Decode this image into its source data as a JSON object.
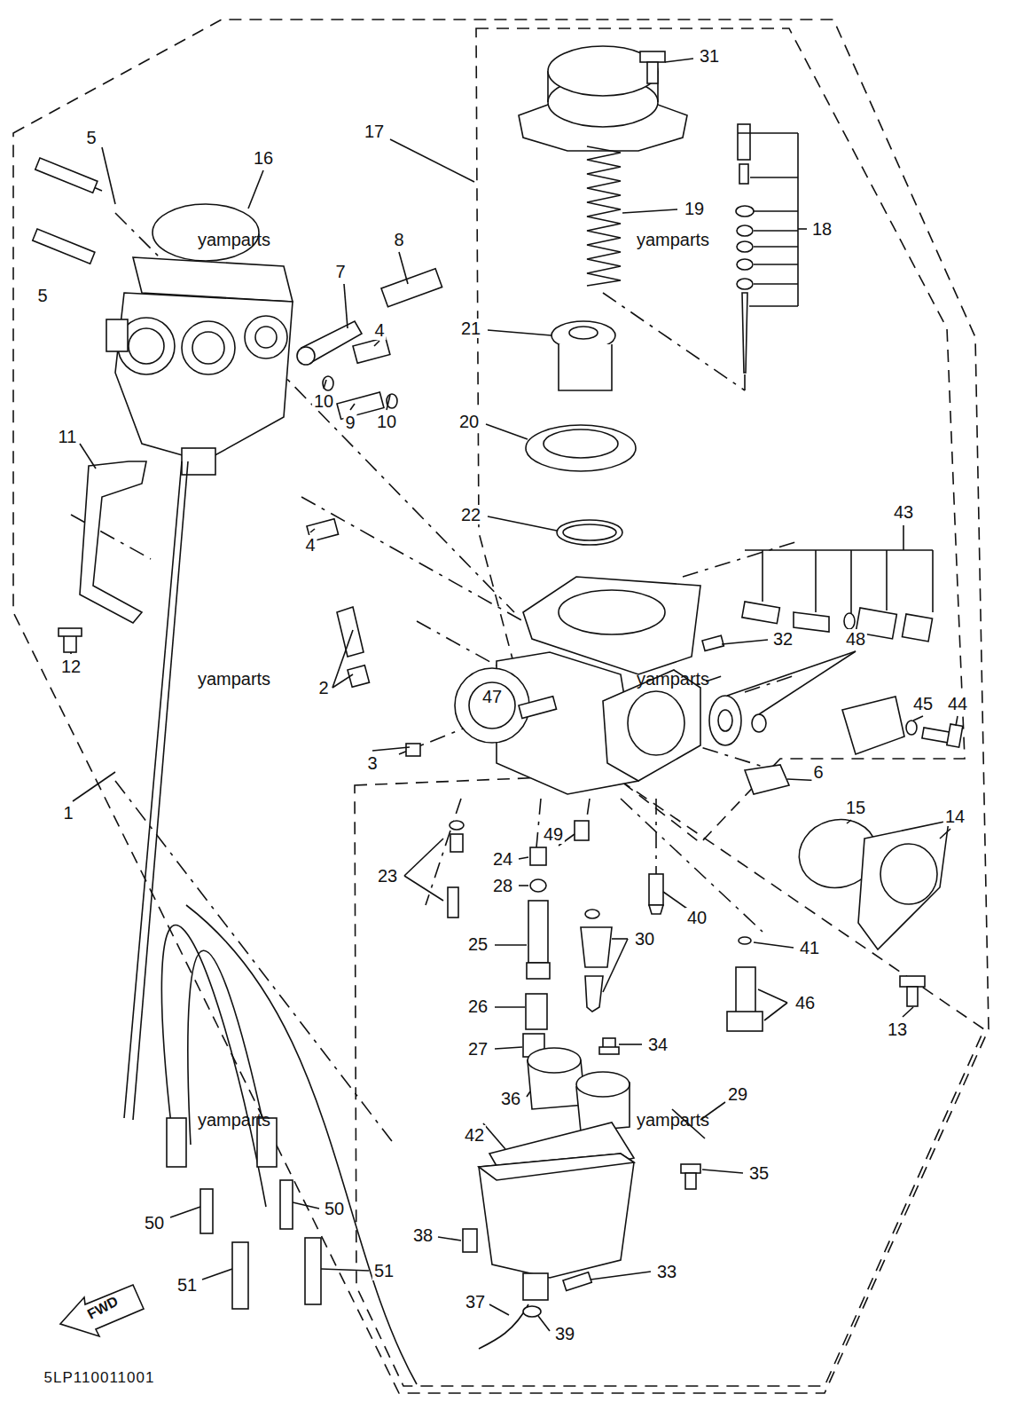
{
  "diagram": {
    "labels": [
      "31",
      "17",
      "5",
      "16",
      "19",
      "18",
      "yamparts",
      "yamparts",
      "5",
      "8",
      "7",
      "21",
      "4",
      "10",
      "9",
      "10",
      "20",
      "11",
      "22",
      "43",
      "4",
      "32",
      "48",
      "12",
      "2",
      "yamparts",
      "yamparts",
      "45",
      "44",
      "47",
      "3",
      "6",
      "15",
      "14",
      "1",
      "23",
      "24",
      "49",
      "28",
      "40",
      "25",
      "30",
      "41",
      "26",
      "46",
      "13",
      "27",
      "34",
      "36",
      "29",
      "42",
      "yamparts",
      "yamparts",
      "35",
      "50",
      "50",
      "38",
      "51",
      "51",
      "33",
      "37",
      "39",
      "FWD",
      "5LP110011001"
    ]
  }
}
